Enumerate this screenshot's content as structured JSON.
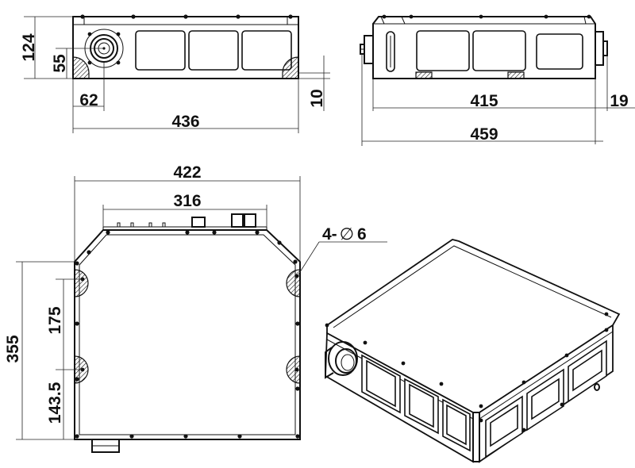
{
  "dimensions": {
    "front_height": "124",
    "front_center_height": "55",
    "front_center_offset": "62",
    "front_width": "436",
    "front_foot_height": "10",
    "side_length": "415",
    "side_connector": "19",
    "side_total": "459",
    "top_width": "422",
    "top_connector_span": "316",
    "hole_spec_prefix": "4-",
    "hole_spec_diameter": "6",
    "top_depth": "355",
    "hole_spacing": "175",
    "hole_offset": "143.5"
  },
  "glyphs": {
    "diameter_symbol": "∅"
  }
}
